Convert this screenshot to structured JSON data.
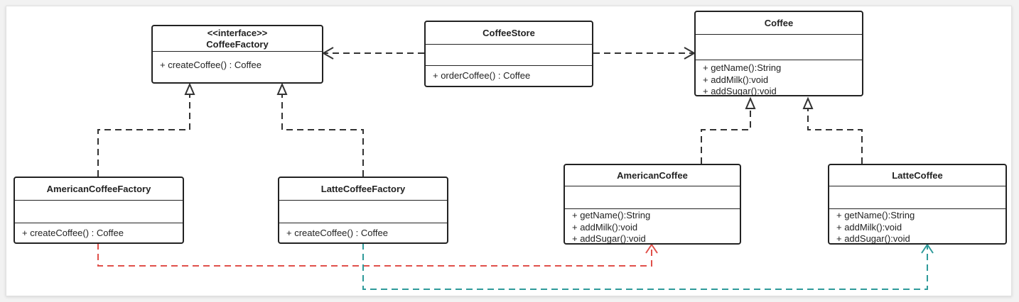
{
  "classes": {
    "coffee_factory": {
      "stereotype": "<<interface>>",
      "name": "CoffeeFactory",
      "methods": [
        "+ createCoffee() : Coffee"
      ]
    },
    "coffee_store": {
      "name": "CoffeeStore",
      "methods": [
        "+ orderCoffee() : Coffee"
      ]
    },
    "coffee": {
      "name": "Coffee",
      "methods": [
        "+ getName():String",
        "+ addMilk():void",
        "+ addSugar():void"
      ]
    },
    "american_coffee_factory": {
      "name": "AmericanCoffeeFactory",
      "methods": [
        "+ createCoffee() : Coffee"
      ]
    },
    "latte_coffee_factory": {
      "name": "LatteCoffeeFactory",
      "methods": [
        "+ createCoffee() : Coffee"
      ]
    },
    "american_coffee": {
      "name": "AmericanCoffee",
      "methods": [
        "+ getName():String",
        "+ addMilk():void",
        "+ addSugar():void"
      ]
    },
    "latte_coffee": {
      "name": "LatteCoffee",
      "methods": [
        "+ getName():String",
        "+ addMilk():void",
        "+ addSugar():void"
      ]
    }
  },
  "colors": {
    "line": "#333333",
    "red_dependency": "#e0504a",
    "teal_dependency": "#2e9a9a"
  }
}
